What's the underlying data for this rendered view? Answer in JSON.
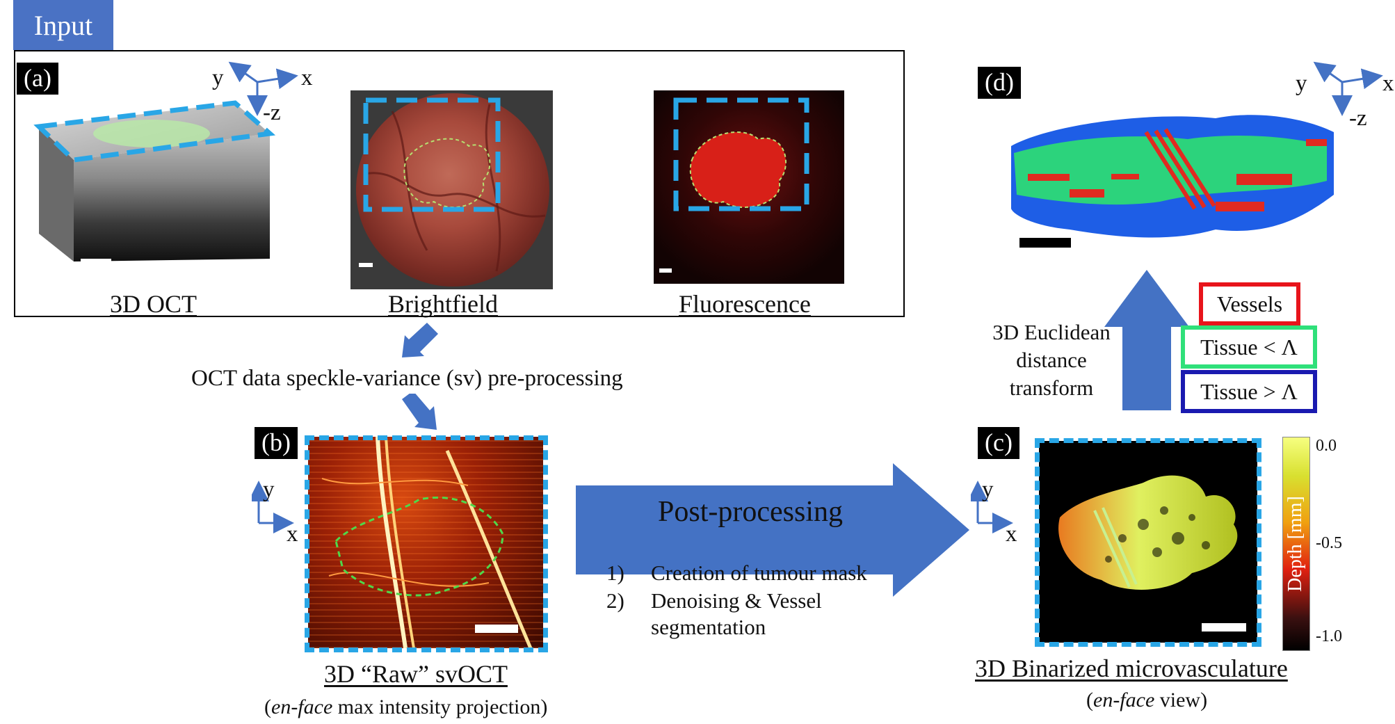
{
  "input_tab": "Input",
  "panels": {
    "a": "(a)",
    "b": "(b)",
    "c": "(c)",
    "d": "(d)"
  },
  "captions": {
    "oct3d": "3D OCT",
    "brightfield": "Brightfield",
    "fluorescence": "Fluorescence",
    "raw_svoct": "3D “Raw” svOCT",
    "raw_svoct_sub_em": "en-face",
    "raw_svoct_sub_rest": " max intensity projection)",
    "binarized": "3D Binarized microvasculature",
    "binarized_sub_em": "en-face",
    "binarized_sub_rest": " view)"
  },
  "preprocessing_text": "OCT data speckle-variance (sv) pre-processing",
  "postprocessing_label": "Post-processing",
  "steps": [
    {
      "num": "1)",
      "text": "Creation of tumour mask"
    },
    {
      "num": "2)",
      "text": "Denoising & Vessel"
    },
    {
      "num": "",
      "text": "segmentation"
    }
  ],
  "edt_lines": [
    "3D Euclidean",
    "distance",
    "transform"
  ],
  "legend": [
    {
      "label": "Vessels",
      "color": "#e8141b"
    },
    {
      "label": "Tissue < Λ",
      "color": "#2fe07a"
    },
    {
      "label": "Tissue > Λ",
      "color": "#1a1ab0"
    }
  ],
  "axes": {
    "x": "x",
    "y": "y",
    "z": "-z"
  },
  "colorbar": {
    "label": "Depth [mm]",
    "ticks": [
      "0.0",
      "-0.5",
      "-1.0"
    ]
  },
  "colors": {
    "input_tab": "#4a72c4",
    "arrow": "#4472c4",
    "dashed_box": "#29a6e6"
  }
}
